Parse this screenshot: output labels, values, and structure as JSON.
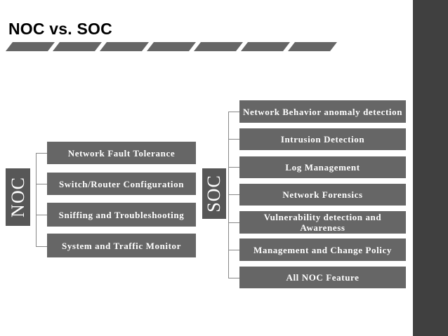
{
  "title": "NOC vs. SOC",
  "colors": {
    "sidebar": "#404040",
    "box": "#666666",
    "label_box": "#575757",
    "stripe": "#666666",
    "connector": "#888888"
  },
  "noc": {
    "label": "NOC",
    "items": [
      "Network Fault Tolerance",
      "Switch/Router Configuration",
      "Sniffing and Troubleshooting",
      "System and Traffic Monitor"
    ]
  },
  "soc": {
    "label": "SOC",
    "items": [
      "Network Behavior anomaly detection",
      "Intrusion Detection",
      "Log Management",
      "Network Forensics",
      "Vulnerability detection and Awareness",
      "Management and Change Policy",
      "All NOC Feature"
    ]
  }
}
